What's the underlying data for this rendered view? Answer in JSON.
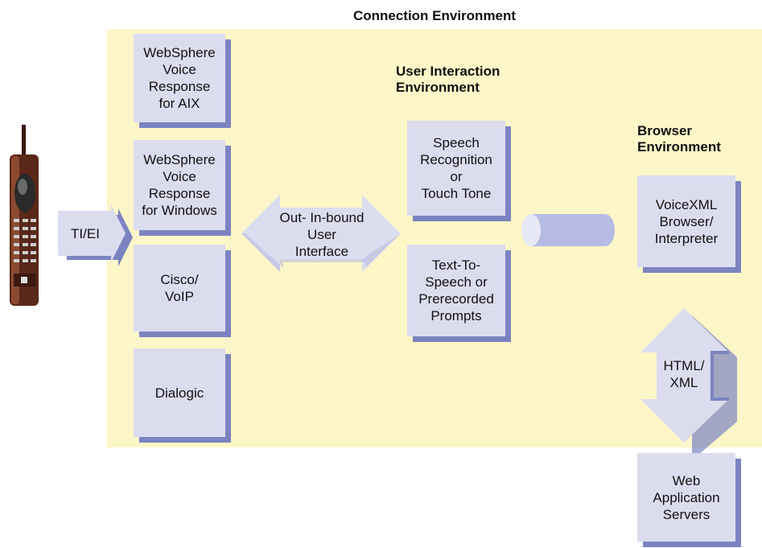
{
  "connection_env": {
    "title": "Connection Environment"
  },
  "user_env": {
    "title_line1": "User Interaction",
    "title_line2": "Environment"
  },
  "browser_env": {
    "title_line1": "Browser",
    "title_line2": "Environment"
  },
  "boxes": {
    "wvr_aix": [
      "WebSphere",
      "Voice",
      "Response",
      "for AIX"
    ],
    "wvr_windows": [
      "WebSphere",
      "Voice",
      "Response",
      "for Windows"
    ],
    "cisco": [
      "Cisco/",
      "VoIP"
    ],
    "dialogic": [
      "Dialogic"
    ],
    "speech": [
      "Speech",
      "Recognition",
      "or",
      "Touch Tone"
    ],
    "tts": [
      "Text-To-",
      "Speech or",
      "Prerecorded",
      "Prompts"
    ],
    "vxml": [
      "VoiceXML",
      "Browser/",
      "Interpreter"
    ],
    "web": [
      "Web",
      "Application",
      "Servers"
    ]
  },
  "arrows": {
    "tiei": "TI/EI",
    "outin": [
      "Out- In-bound",
      "User",
      "Interface"
    ],
    "htmlxml": [
      "HTML/",
      "XML"
    ]
  },
  "colors": {
    "box_fill": "#dcdcef",
    "box_shadow": "#7b84c0",
    "env_fill": "#fdf6c8"
  }
}
